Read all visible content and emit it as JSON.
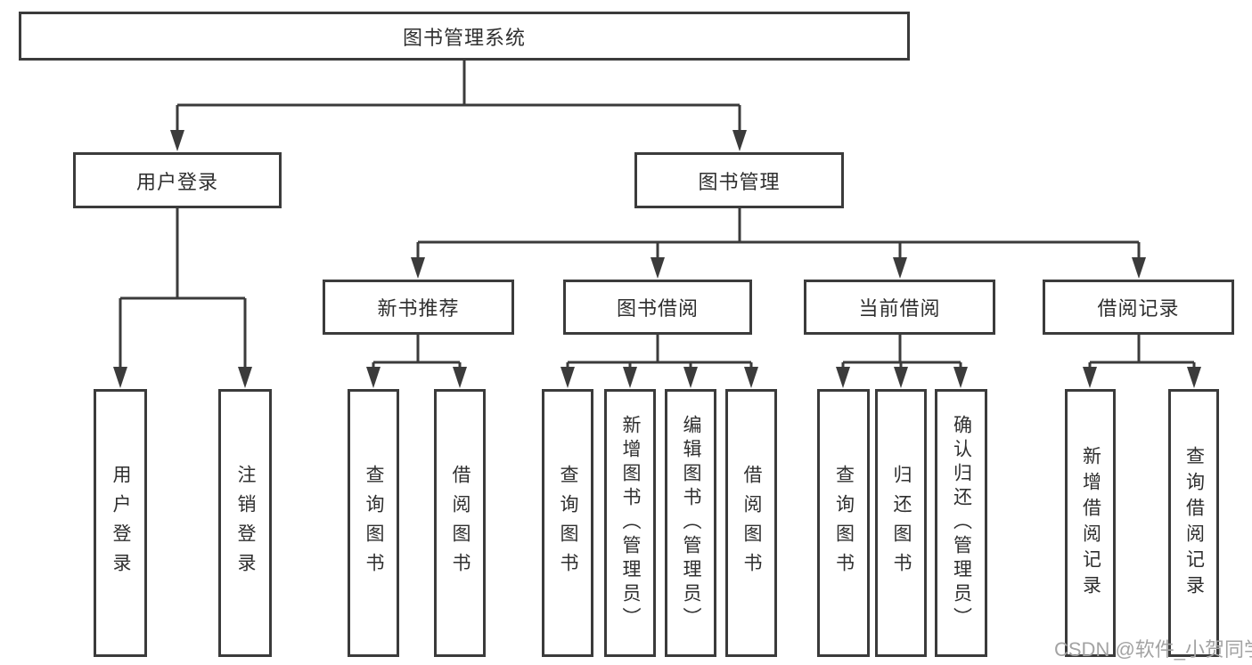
{
  "colors": {
    "line": "#3b3b3b",
    "box_border": "#3b3b3b",
    "box_fill": "#ffffff",
    "text": "#2f2f2f",
    "watermark": "#a3a3a3"
  },
  "diagram": {
    "root": {
      "label": "图书管理系统"
    },
    "branches": [
      {
        "label": "用户登录",
        "children": [
          {
            "label": "用户登录"
          },
          {
            "label": "注销登录"
          }
        ]
      },
      {
        "label": "图书管理",
        "children": [
          {
            "label": "新书推荐",
            "children": [
              {
                "label": "查询图书"
              },
              {
                "label": "借阅图书"
              }
            ]
          },
          {
            "label": "图书借阅",
            "children": [
              {
                "label": "查询图书"
              },
              {
                "label": "新增图书（管理员）"
              },
              {
                "label": "编辑图书（管理员）"
              },
              {
                "label": "借阅图书"
              }
            ]
          },
          {
            "label": "当前借阅",
            "children": [
              {
                "label": "查询图书"
              },
              {
                "label": "归还图书"
              },
              {
                "label": "确认归还（管理员）"
              }
            ]
          },
          {
            "label": "借阅记录",
            "children": [
              {
                "label": "新增借阅记录"
              },
              {
                "label": "查询借阅记录"
              }
            ]
          }
        ]
      }
    ]
  },
  "watermark": {
    "text": "CSDN @软件_小贺同学"
  }
}
